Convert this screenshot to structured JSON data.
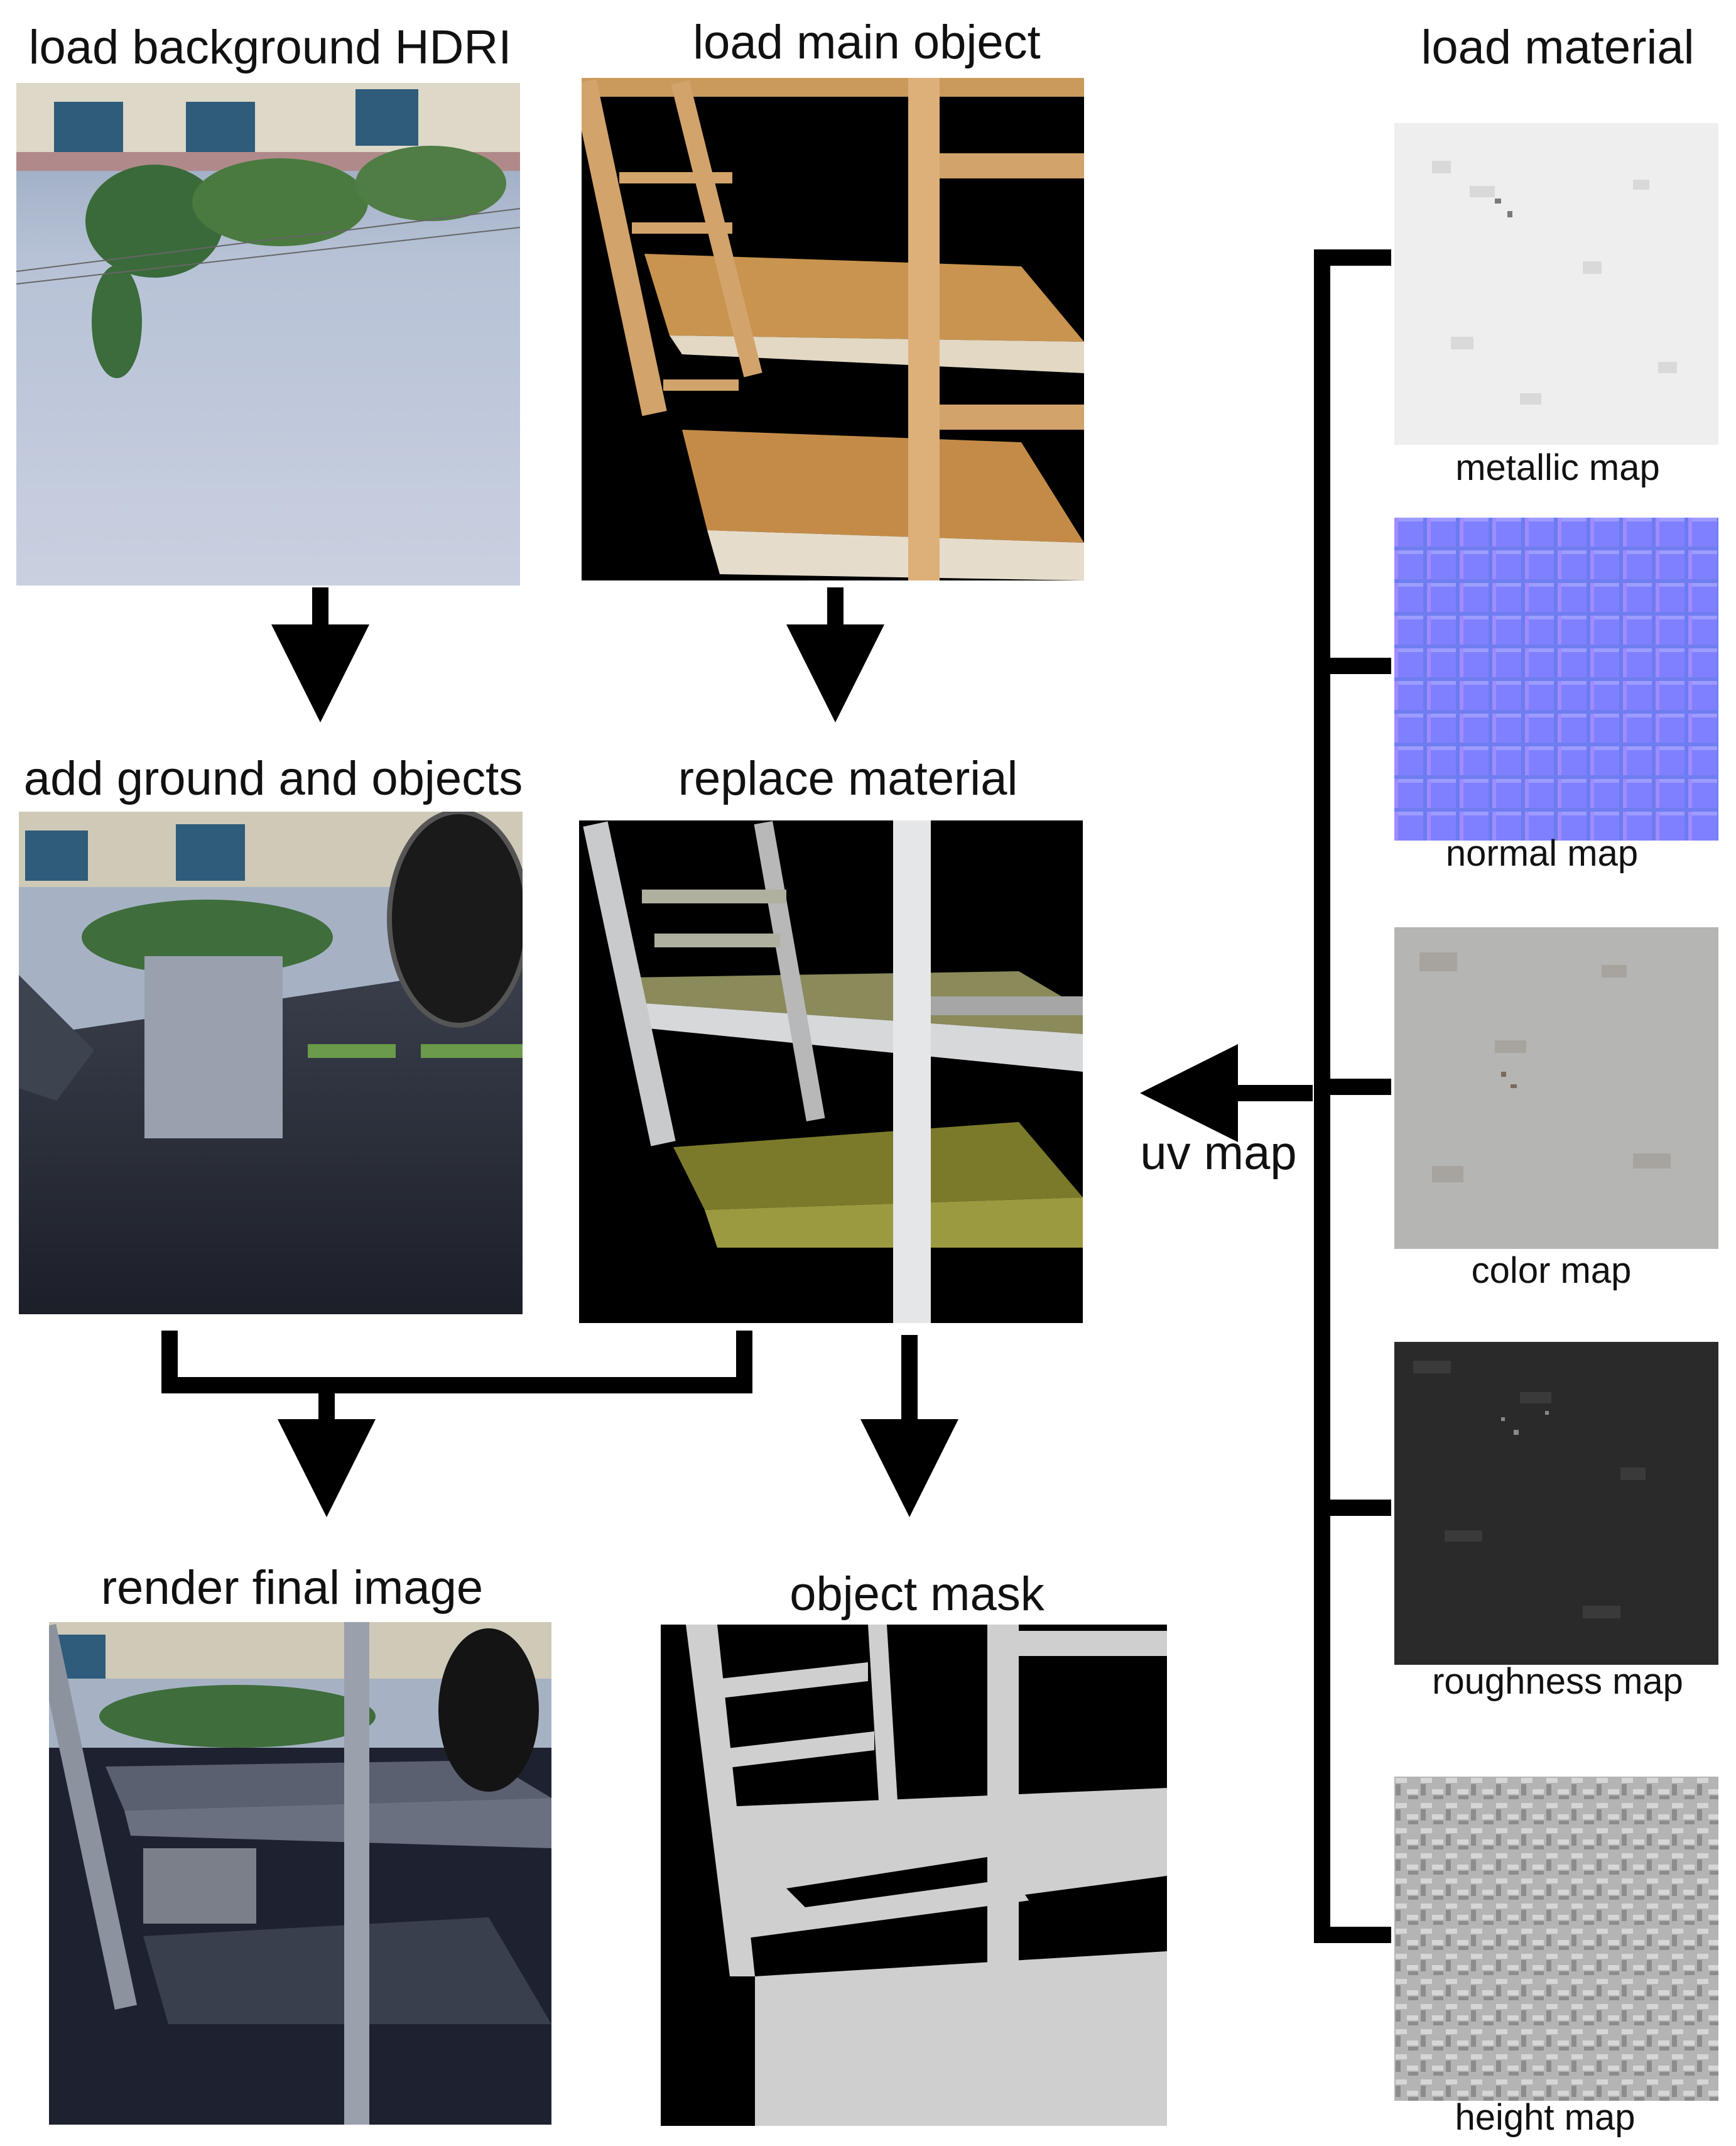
{
  "labels": {
    "hdri": "load background HDRI",
    "main_object": "load main object",
    "material": "load material",
    "ground": "add ground and objects",
    "replace": "replace material",
    "render": "render final image",
    "mask": "object mask",
    "uv": "uv map"
  },
  "maps": {
    "metallic": "metallic map",
    "normal": "normal map",
    "color": "color map",
    "roughness": "roughness map",
    "height": "height map"
  },
  "colors": {
    "arrow": "#000000",
    "sky": "#b9c4d8",
    "wood": "#c99a5c",
    "normal_map": "#7f7fff",
    "mask_gray": "#cfcfcf"
  }
}
